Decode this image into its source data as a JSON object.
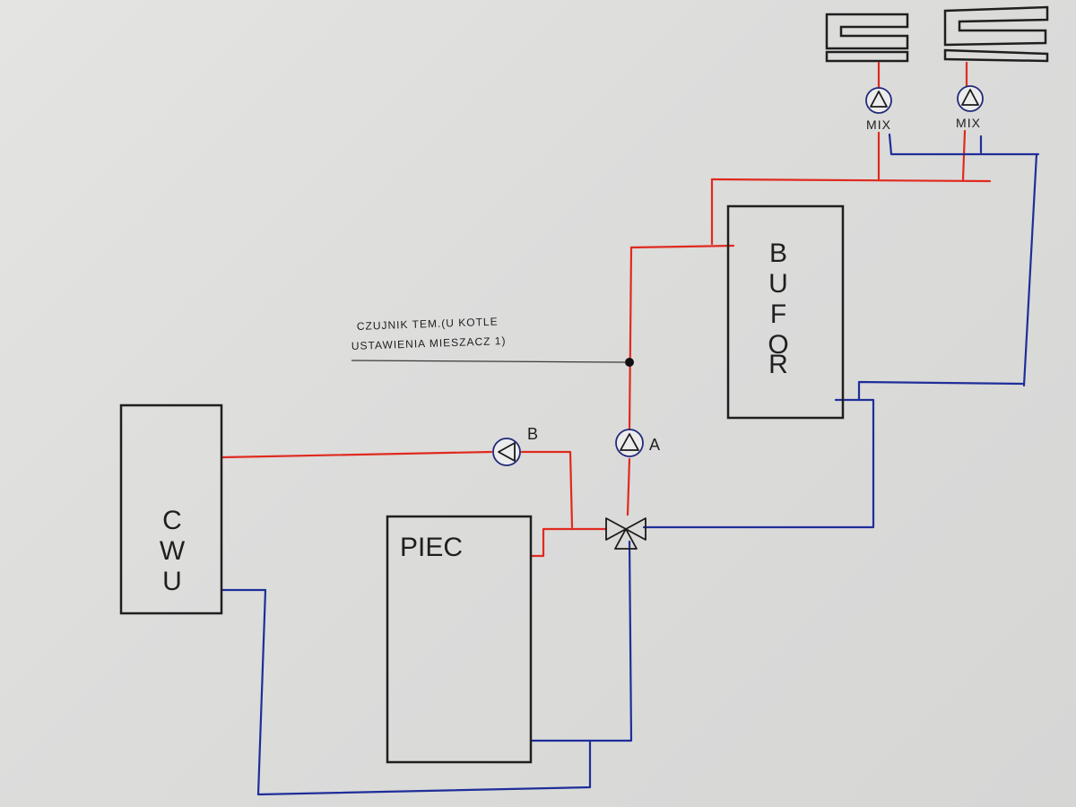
{
  "components": {
    "cwu": {
      "label": "CWU",
      "letters": [
        "C",
        "W",
        "U"
      ]
    },
    "piec": {
      "label": "PIEC"
    },
    "bufor": {
      "label": "BUFOR",
      "letters": [
        "B",
        "U",
        "F",
        "O",
        "R"
      ]
    }
  },
  "pumps": {
    "a": {
      "label": "A"
    },
    "b": {
      "label": "B"
    },
    "mix1": {
      "label": "MIX"
    },
    "mix2": {
      "label": "MIX"
    }
  },
  "sensor_note": {
    "line1": "CZUJNIK TEM.(U KOTLE",
    "line2": "USTAWIENIA  MIESZACZ  1)"
  },
  "colors": {
    "hot_pipe": "#e02a1e",
    "cold_pipe": "#1f2e99",
    "outline": "#1f1f1f"
  },
  "icons": {
    "pump": "circulation-pump-icon",
    "valve": "three-way-valve-icon",
    "radiator": "radiator-icon"
  }
}
